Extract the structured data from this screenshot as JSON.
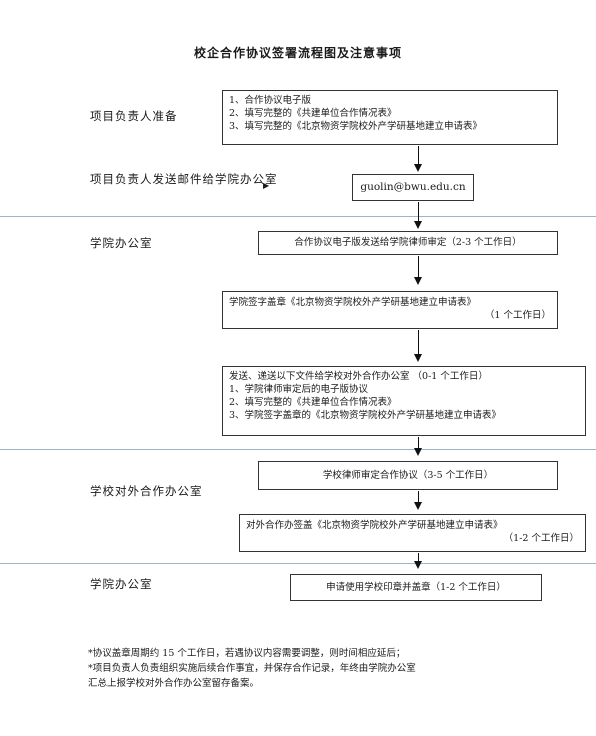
{
  "title": "校企合作协议签署流程图及注意事项",
  "lanes": {
    "lane1": "项目负责人准备",
    "lane2": "项目负责人发送邮件给学院办公室",
    "lane3": "学院办公室",
    "lane4": "学校对外合作办公室",
    "lane5": "学院办公室"
  },
  "steps": {
    "prepare": [
      "1、合作协议电子版",
      "2、填写完整的《共建单位合作情况表》",
      "3、填写完整的《北京物资学院校外产学研基地建立申请表》"
    ],
    "email": "guolin@bwu.edu.cn",
    "lawyer_send": "合作协议电子版发送给学院律师审定（2-3 个工作日）",
    "college_seal": {
      "line1": "学院签字盖章《北京物资学院校外产学研基地建立申请表》",
      "line2": "（1 个工作日）"
    },
    "send_docs": {
      "header": "发送、递送以下文件给学校对外合作办公室",
      "duration": "（0-1 个工作日）",
      "items": [
        "1、学院律师审定后的电子版协议",
        "2、填写完整的《共建单位合作情况表》",
        "3、学院签字盖章的《北京物资学院校外产学研基地建立申请表》"
      ]
    },
    "school_lawyer": "学校律师审定合作协议（3-5 个工作日）",
    "external_sign": {
      "line1": "对外合作办签盖《北京物资学院校外产学研基地建立申请表》",
      "line2": "（1-2 个工作日）"
    },
    "apply_seal": "申请使用学校印章并盖章（1-2 个工作日）"
  },
  "notes": [
    "*协议盖章周期约 15 个工作日，若遇协议内容需要调整，则时间相应延后；",
    "*项目负责人负责组织实施后续合作事宜，并保存合作记录，年终由学院办公室",
    "汇总上报学校对外合作办公室留存备案。"
  ],
  "colors": {
    "divider": "#9fb4c7",
    "box_border": "#333333"
  }
}
